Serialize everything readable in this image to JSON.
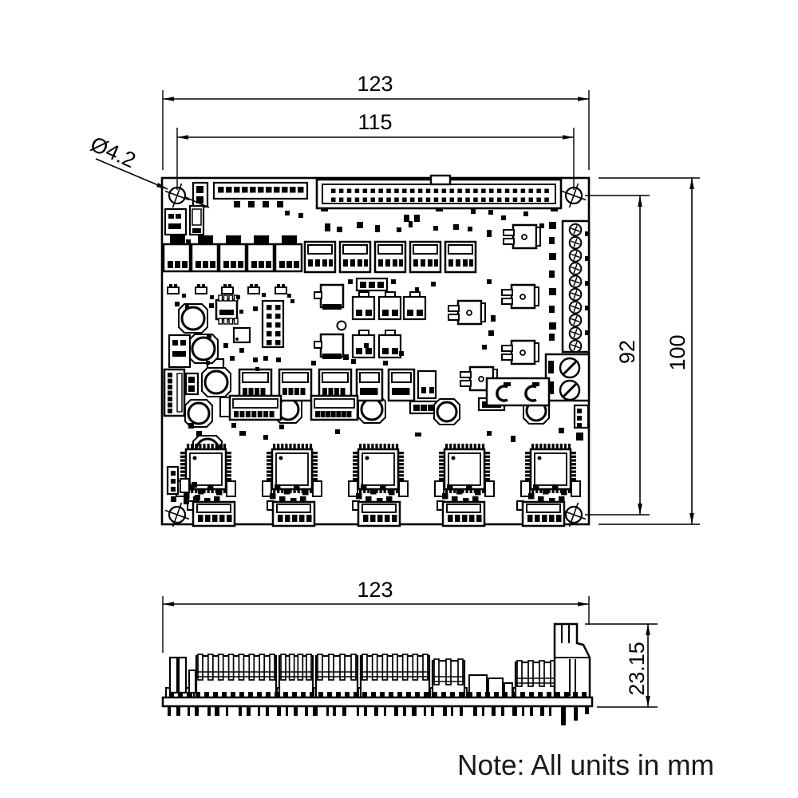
{
  "page": {
    "background": "#ffffff",
    "line_color": "#000000"
  },
  "note": "Note: All units in mm",
  "dimensions": {
    "top_view": {
      "overall_width": "123",
      "hole_spacing_horizontal": "115",
      "hole_diameter": "Ø4.2",
      "hole_spacing_vertical": "92",
      "overall_height": "100"
    },
    "side_view": {
      "overall_width": "123",
      "max_component_height": "23.15"
    }
  }
}
